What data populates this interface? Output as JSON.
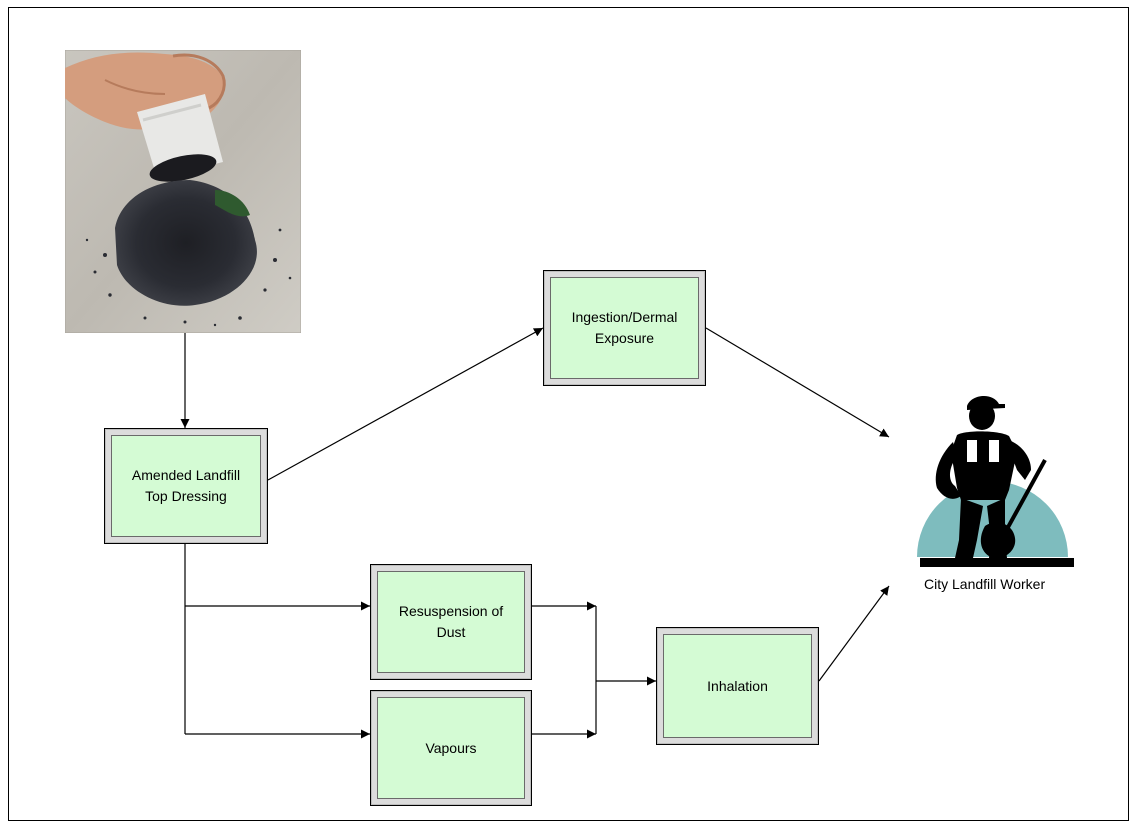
{
  "nodes": {
    "top_dressing": "Amended Landfill\nTop Dressing",
    "ingestion": "Ingestion/Dermal\nExposure",
    "resuspension": "Resuspension of\nDust",
    "vapours": "Vapours",
    "inhalation": "Inhalation"
  },
  "receptor": {
    "label": "City Landfill Worker",
    "icon": "worker-with-shovel-icon"
  },
  "source_image": {
    "icon": "soil-granules-pour-photo"
  },
  "colors": {
    "box_fill": "#d4fbd4",
    "worker_disc": "#7ebcbe",
    "line": "#000000"
  }
}
